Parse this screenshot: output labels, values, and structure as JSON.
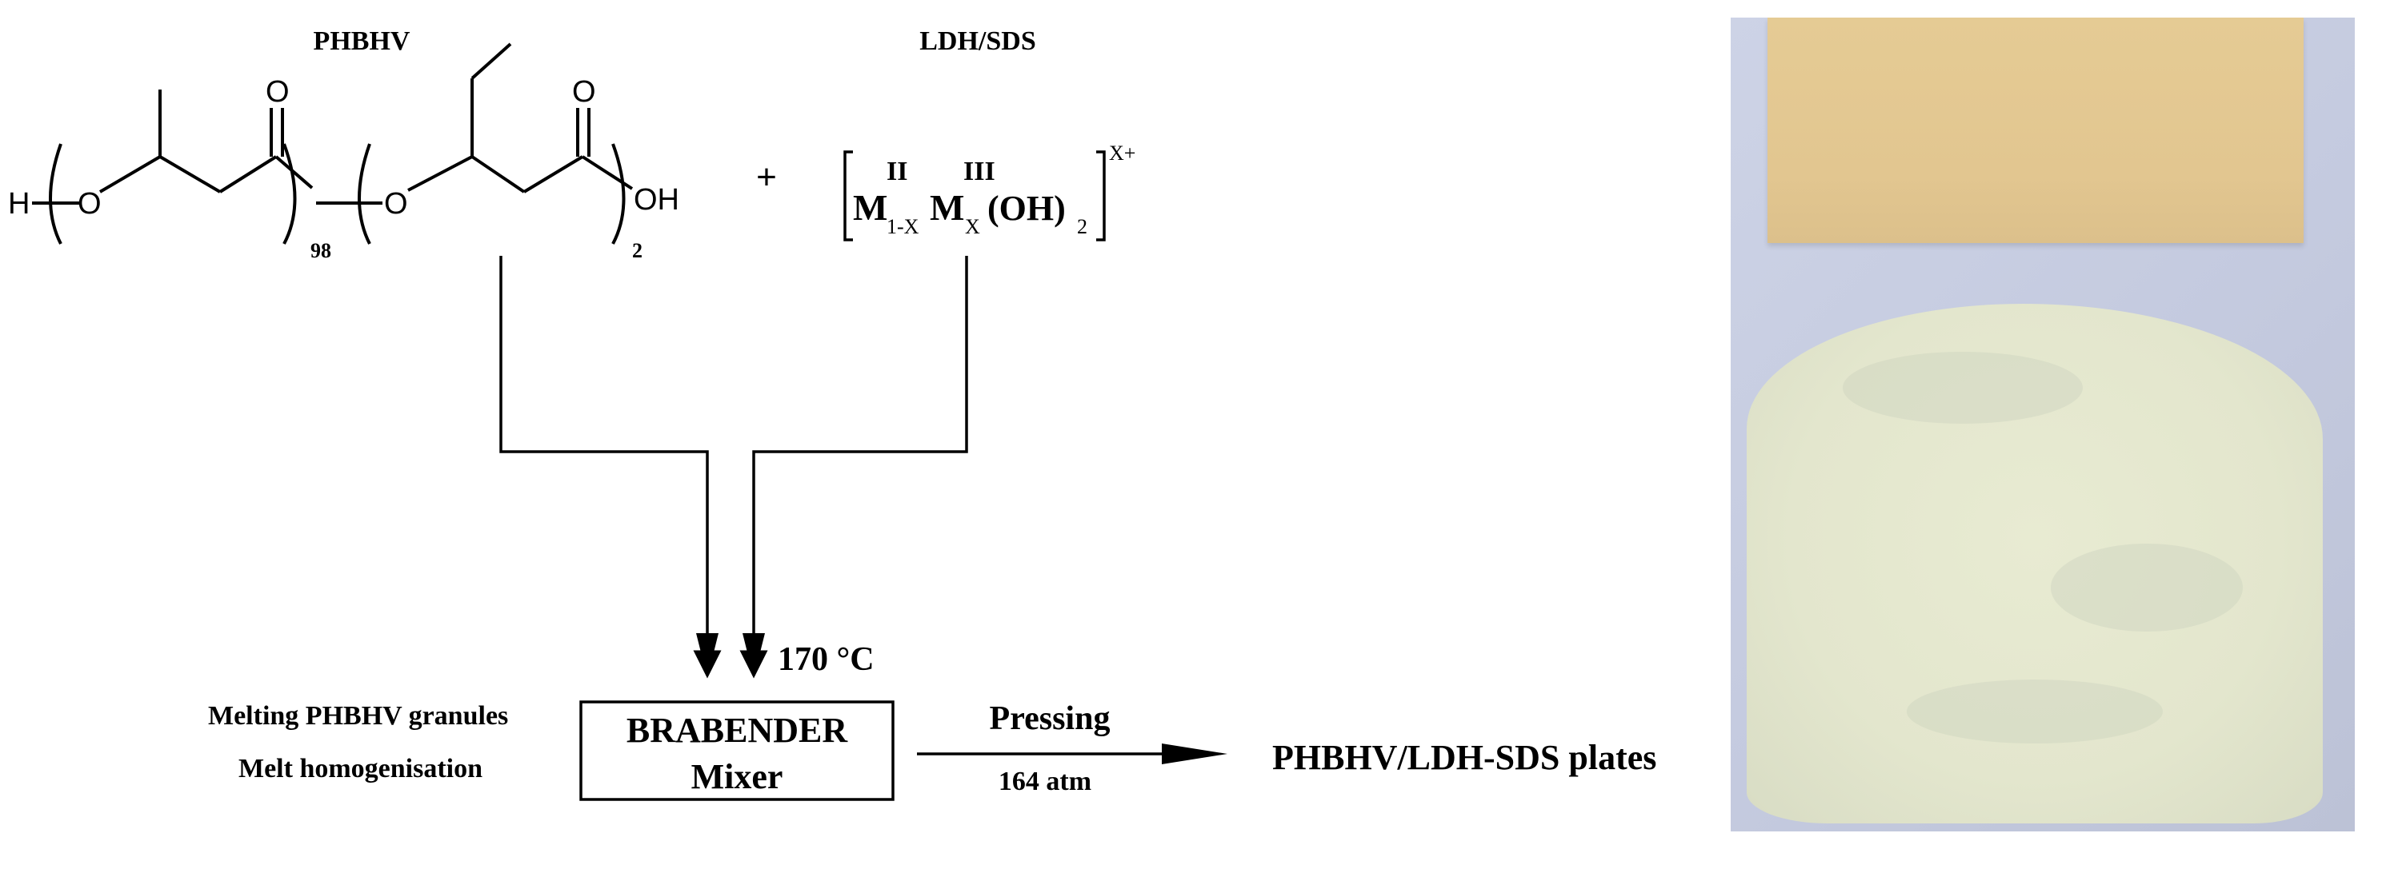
{
  "reactants": {
    "polymer_label": "PHBHV",
    "filler_label": "LDH/SDS",
    "plus_sign": "+"
  },
  "polymer_structure": {
    "end_group_h": "H",
    "oxygen_1": "O",
    "carbonyl_o_1": "O",
    "repeat_1": "98",
    "oxygen_2": "O",
    "carbonyl_o_2": "O",
    "repeat_2": "2",
    "end_group_oh": "OH"
  },
  "ldh_formula": {
    "m_1": "M",
    "ox_1": "II",
    "sub_1": "1-X",
    "m_2": "M",
    "ox_2": "III",
    "sub_2": "X",
    "hydroxide": "(OH)",
    "hydroxide_sub": "2",
    "charge": "X+"
  },
  "process": {
    "temperature": "170 °C",
    "step_1": "Melting PHBHV granules",
    "step_2": "Melt homogenisation",
    "mixer_line_1": "BRABENDER",
    "mixer_line_2": "Mixer",
    "pressing_label": "Pressing",
    "pressure_label": "164 atm",
    "product": "PHBHV/LDH-SDS plates"
  },
  "colors": {
    "line": "#000000",
    "photo_background": "#c8cee2",
    "plate_top": "#e3c891",
    "plate_disc": "#e4e7ce"
  }
}
